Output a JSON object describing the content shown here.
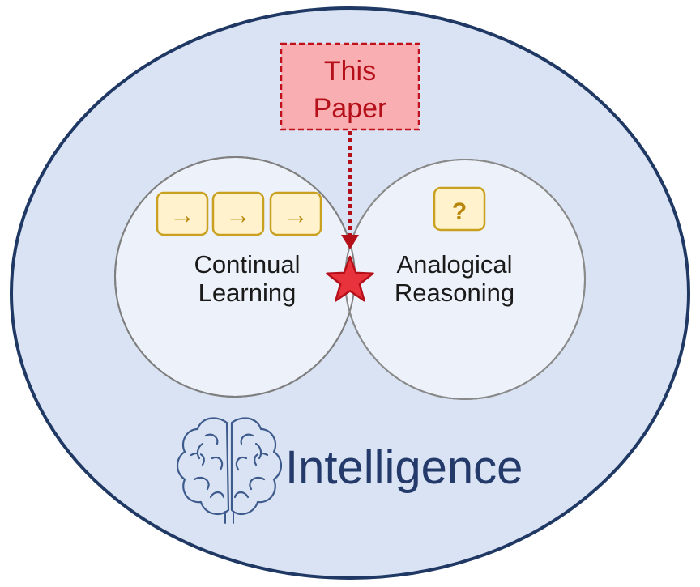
{
  "callout": {
    "line1": "This",
    "line2": "Paper",
    "fill": "#f9aeb2",
    "border": "#c0121c",
    "text_color": "#b5101a"
  },
  "sets": {
    "left": {
      "line1": "Continual",
      "line2": "Learning",
      "steps": [
        "→",
        "→",
        "→"
      ],
      "step_icon": "right-arrow-icon"
    },
    "right": {
      "line1": "Analogical",
      "line2": "Reasoning",
      "badge": "?",
      "badge_icon": "question-mark-icon"
    }
  },
  "outer": {
    "label": "Intelligence",
    "icon": "brain-icon",
    "fill": "#dae3f3",
    "border": "#1f3864",
    "label_color": "#233a6b"
  },
  "colors": {
    "circle_fill": "#edf1f9",
    "circle_stroke": "#7f7f7f",
    "badge_fill": "#fff2cc",
    "badge_border": "#c9a020",
    "badge_text": "#b8860b",
    "star_fill": "#e8323c",
    "star_stroke": "#b5101a",
    "arrow": "#b5101a"
  }
}
